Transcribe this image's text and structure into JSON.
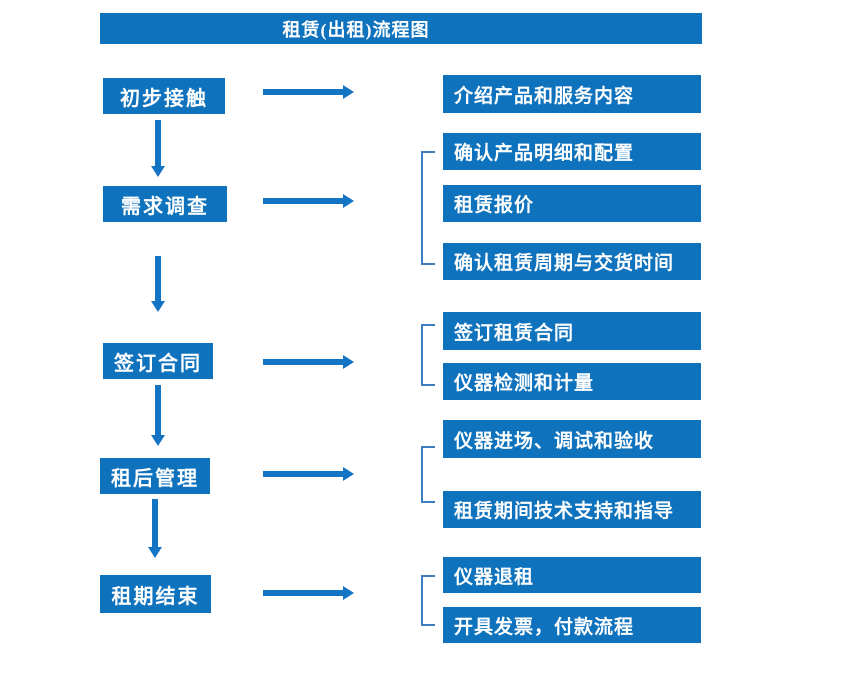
{
  "title": "租赁(出租)流程图",
  "colors": {
    "box": "#0f72bd",
    "arrow": "#1474c4",
    "bracket": "#3c7fc0",
    "text": "#ffffff"
  },
  "steps": [
    {
      "label": "初步接触",
      "details": [
        "介绍产品和服务内容"
      ]
    },
    {
      "label": "需求调查",
      "details": [
        "确认产品明细和配置",
        "租赁报价",
        "确认租赁周期与交货时间"
      ]
    },
    {
      "label": "签订合同",
      "details": [
        "签订租赁合同",
        "仪器检测和计量"
      ]
    },
    {
      "label": "租后管理",
      "details": [
        "仪器进场、调试和验收",
        "租赁期间技术支持和指导"
      ]
    },
    {
      "label": "租期结束",
      "details": [
        "仪器退租",
        "开具发票，付款流程"
      ]
    }
  ]
}
